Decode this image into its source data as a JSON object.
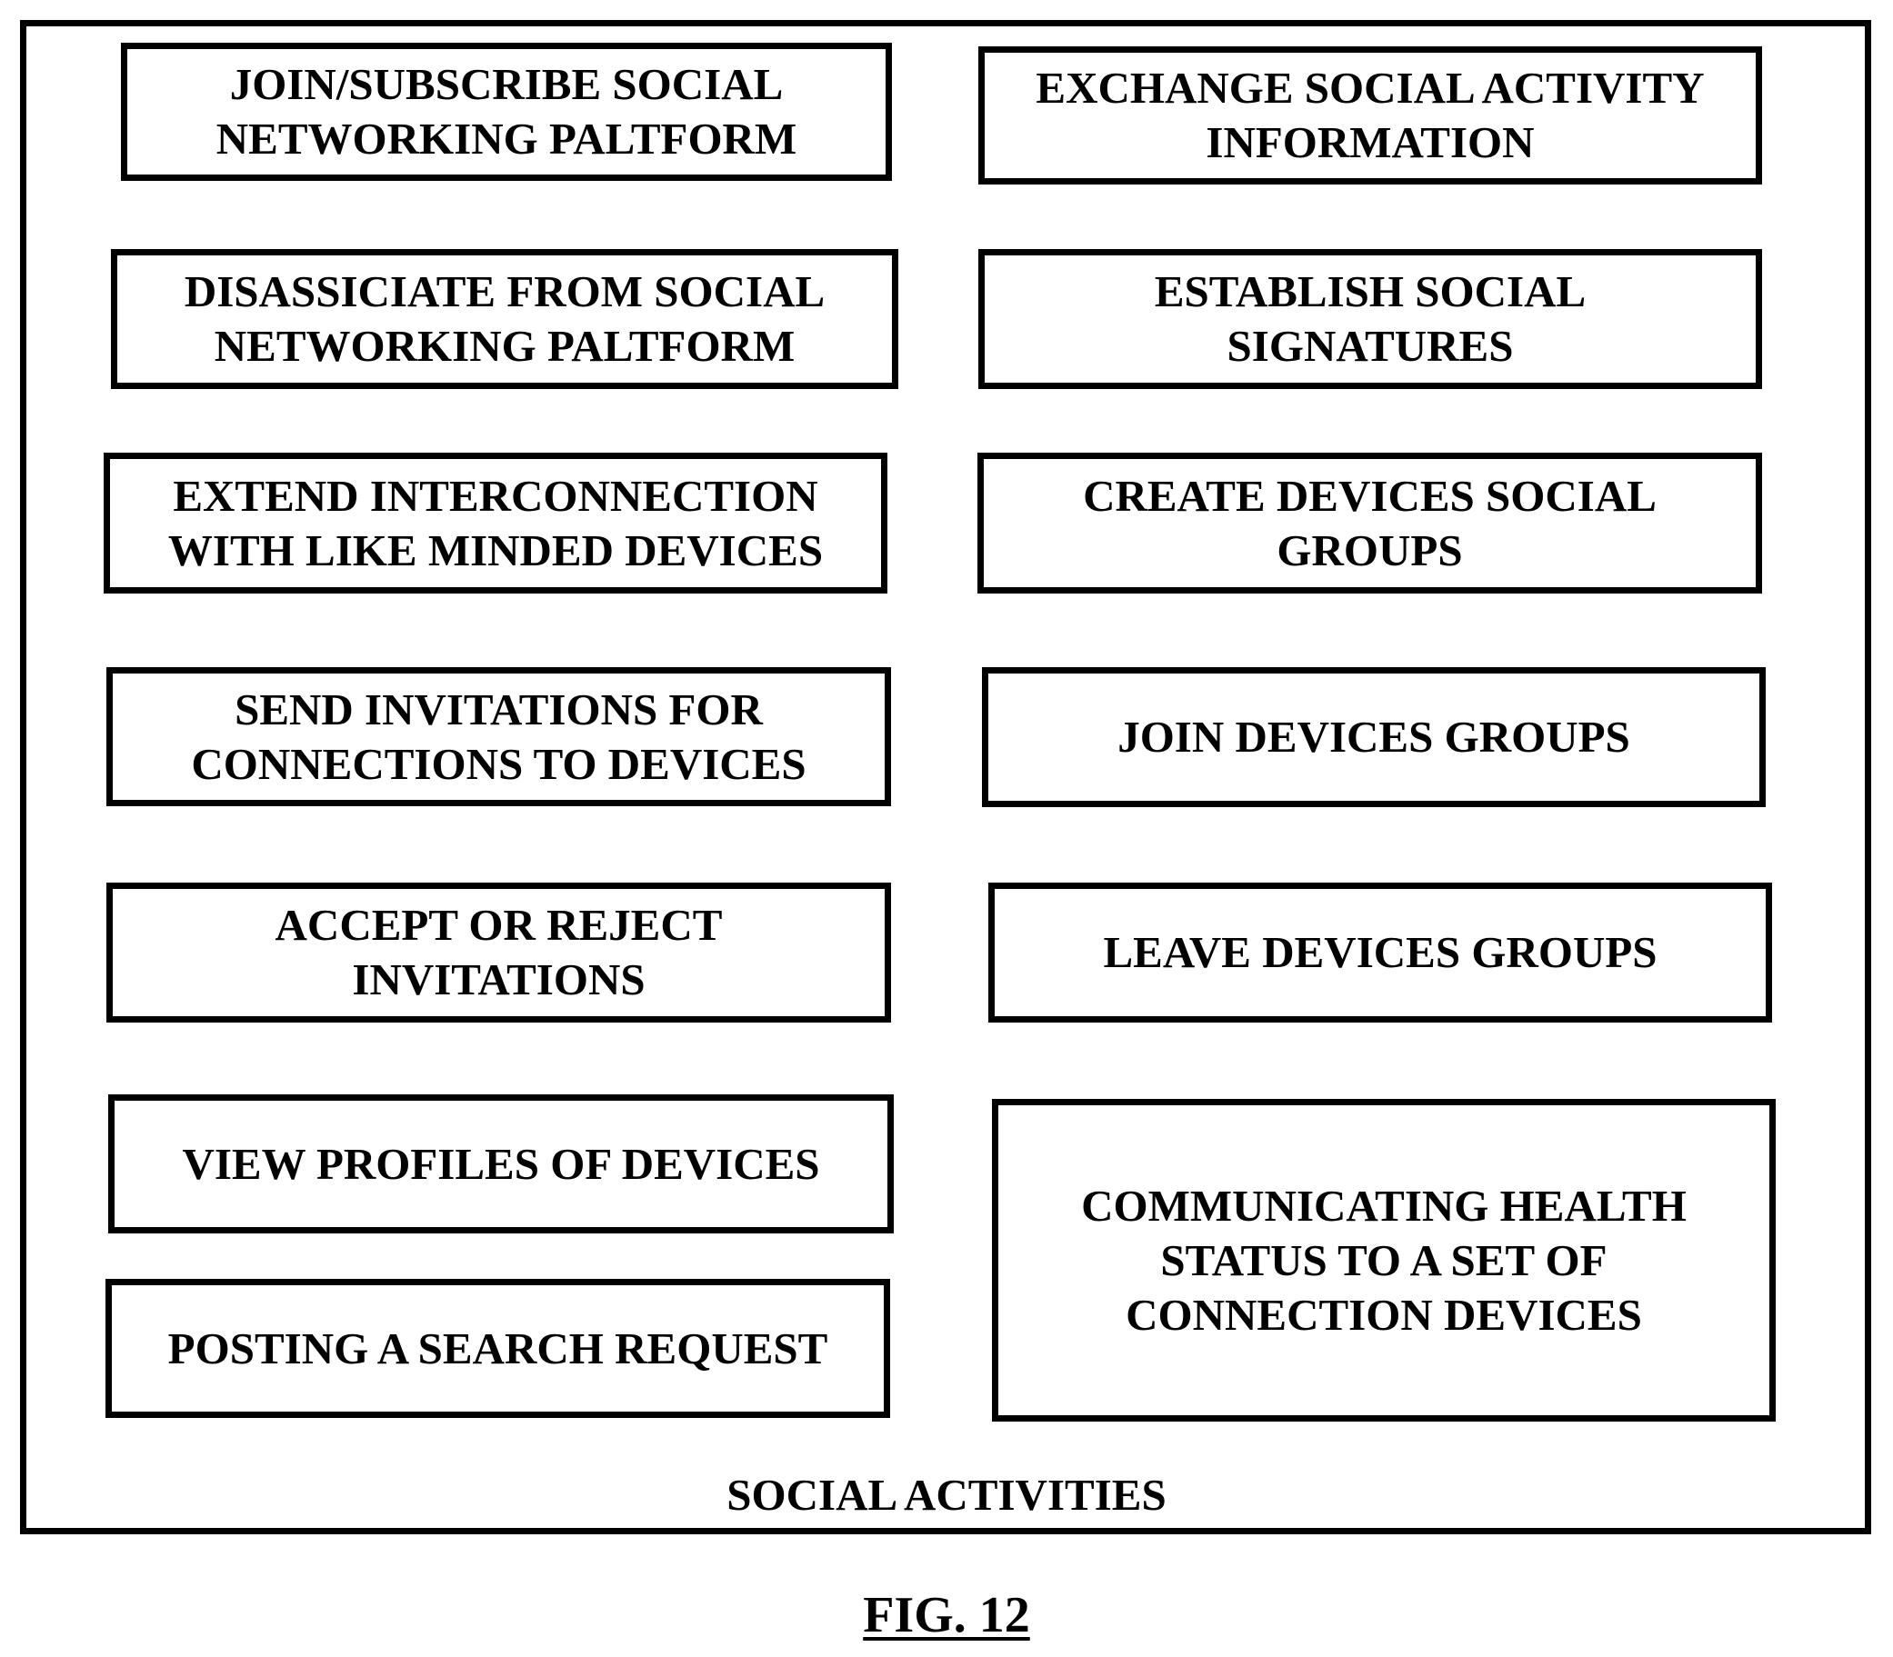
{
  "frame_label": "SOCIAL ACTIVITIES",
  "figure_caption": "FIG. 12",
  "left_column": [
    "JOIN/SUBSCRIBE SOCIAL\nNETWORKING PALTFORM",
    "DISASSICIATE FROM SOCIAL\nNETWORKING PALTFORM",
    "EXTEND INTERCONNECTION\nWITH LIKE MINDED DEVICES",
    "SEND INVITATIONS FOR\nCONNECTIONS TO DEVICES",
    "ACCEPT OR REJECT\nINVITATIONS",
    "VIEW PROFILES OF DEVICES",
    "POSTING A SEARCH REQUEST"
  ],
  "right_column": [
    "EXCHANGE SOCIAL ACTIVITY\nINFORMATION",
    "ESTABLISH SOCIAL\nSIGNATURES",
    "CREATE DEVICES SOCIAL\nGROUPS",
    "JOIN DEVICES GROUPS",
    "LEAVE DEVICES GROUPS",
    "COMMUNICATING HEALTH\nSTATUS TO A SET OF\nCONNECTION DEVICES"
  ]
}
